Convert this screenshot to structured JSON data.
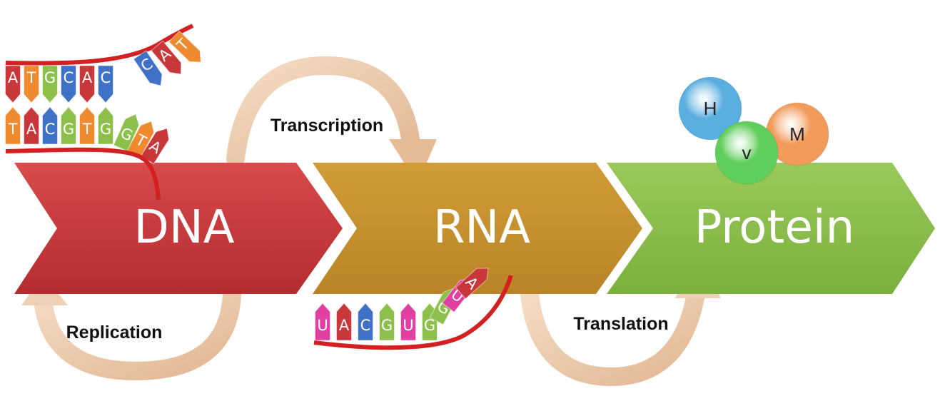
{
  "stages": [
    {
      "label": "DNA",
      "color": "#c8373a"
    },
    {
      "label": "RNA",
      "color": "#c9922d"
    },
    {
      "label": "Protein",
      "color": "#8cc04a"
    }
  ],
  "processes": {
    "replication": "Replication",
    "transcription": "Transcription",
    "translation": "Translation"
  },
  "dna": {
    "top_strand": [
      "A",
      "T",
      "G",
      "C",
      "A",
      "C",
      "C",
      "A",
      "T"
    ],
    "bottom_strand": [
      "T",
      "A",
      "C",
      "G",
      "T",
      "G",
      "G",
      "T",
      "A"
    ]
  },
  "rna": {
    "strand": [
      "U",
      "A",
      "C",
      "G",
      "U",
      "G",
      "G",
      "U",
      "A"
    ]
  },
  "amino_acids": [
    {
      "label": "H",
      "color": "#5aaee0"
    },
    {
      "label": "M",
      "color": "#f29b5a"
    },
    {
      "label": "v",
      "color": "#5fce5a"
    }
  ],
  "base_colors": {
    "A": "#c8373a",
    "T": "#ef8a2e",
    "G": "#8cc04a",
    "C": "#3f72c6",
    "U": "#e23fa3"
  }
}
